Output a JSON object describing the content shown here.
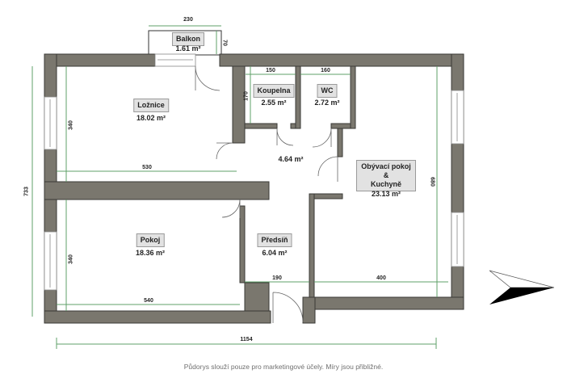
{
  "floorplan": {
    "rooms": [
      {
        "id": "balkon",
        "name": "Balkon",
        "area": "1.61 m²"
      },
      {
        "id": "loznice",
        "name": "Ložnice",
        "area": "18.02 m²"
      },
      {
        "id": "koupelna",
        "name": "Koupelna",
        "area": "2.55 m²"
      },
      {
        "id": "wc",
        "name": "WC",
        "area": "2.72 m²"
      },
      {
        "id": "chodba",
        "name": "",
        "area": "4.64 m²"
      },
      {
        "id": "obyvaci",
        "name_line1": "Obývací pokoj",
        "name_line2": "&",
        "name_line3": "Kuchyně",
        "area": "23.13 m²"
      },
      {
        "id": "pokoj",
        "name": "Pokoj",
        "area": "18.36 m²"
      },
      {
        "id": "predsin",
        "name": "Předsíň",
        "area": "6.04 m²"
      }
    ],
    "dimensions": {
      "balkon_width": "230",
      "balkon_depth": "70",
      "koupelna_width": "150",
      "wc_width": "160",
      "koupelna_height": "170",
      "loznice_height": "340",
      "loznice_width": "530",
      "pokoj_height": "340",
      "pokoj_width": "540",
      "predsin_width": "190",
      "obyvaci_width": "400",
      "obyvaci_height": "680",
      "total_height": "733",
      "total_width": "1154"
    },
    "compass": "north-arrow",
    "colors": {
      "wall": "#7a776e",
      "wall_outline": "#3a3a36",
      "dimension_line": "#5fa068",
      "label_bg": "#e2e2e2"
    }
  },
  "footer": {
    "disclaimer": "Půdorys slouží pouze pro marketingové účely. Míry jsou přibližné."
  }
}
